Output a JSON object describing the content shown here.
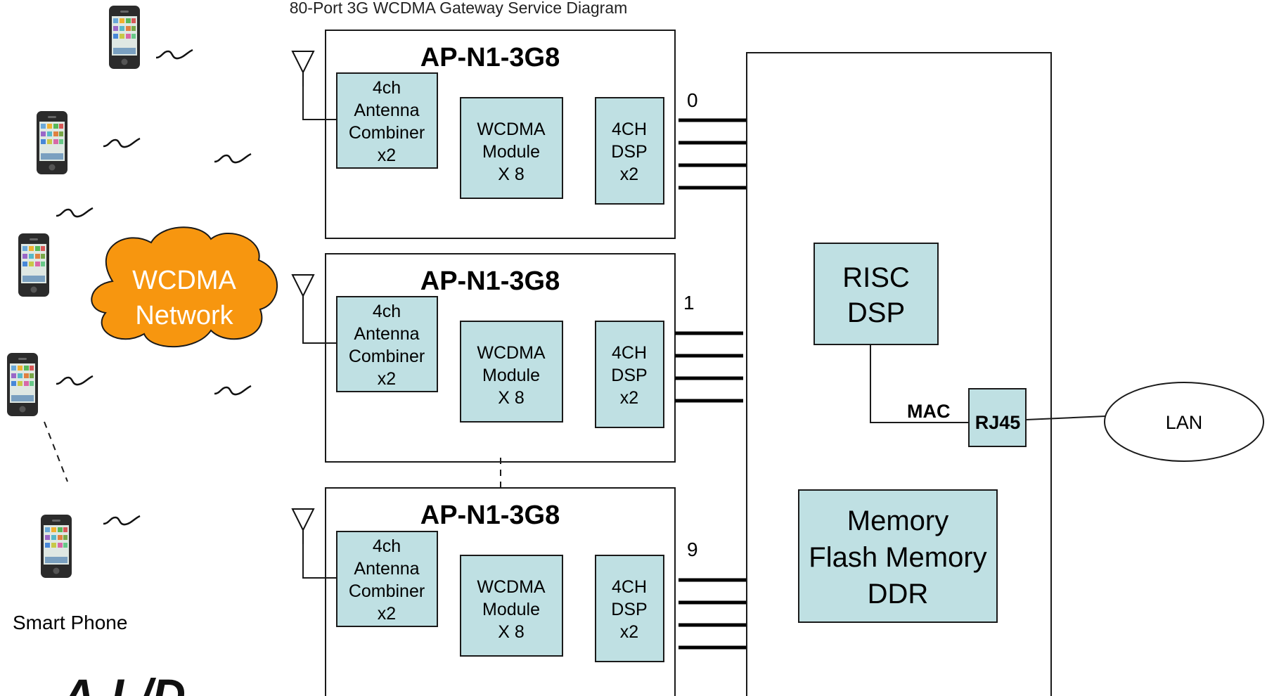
{
  "title": "80-Port 3G WCDMA Gateway Service Diagram",
  "phone_label": "Smart Phone",
  "logo_text": "A-L/D",
  "network_label": [
    "WCDMA",
    "Network"
  ],
  "board_title": "AP-N1-3G8",
  "combiner_lines": [
    "4ch",
    "Antenna",
    "Combiner",
    "x2"
  ],
  "module_lines": [
    "WCDMA",
    "Module",
    "X 8"
  ],
  "dsp_lines": [
    "4CH",
    "DSP",
    "x2"
  ],
  "port_labels": [
    "0",
    "1",
    "9"
  ],
  "risc_lines": [
    "RISC",
    "DSP"
  ],
  "mac_label": "MAC",
  "rj45_label": "RJ45",
  "lan_label": "LAN",
  "memory_lines": [
    "Memory",
    "Flash Memory",
    "DDR"
  ],
  "colors": {
    "box_fill": "#bfe0e3",
    "cloud_fill": "#f7960f",
    "line": "#1a1a1a"
  },
  "icons": [
    "smartphone-icon",
    "antenna-icon",
    "signal-wave-icon",
    "cloud-icon"
  ]
}
